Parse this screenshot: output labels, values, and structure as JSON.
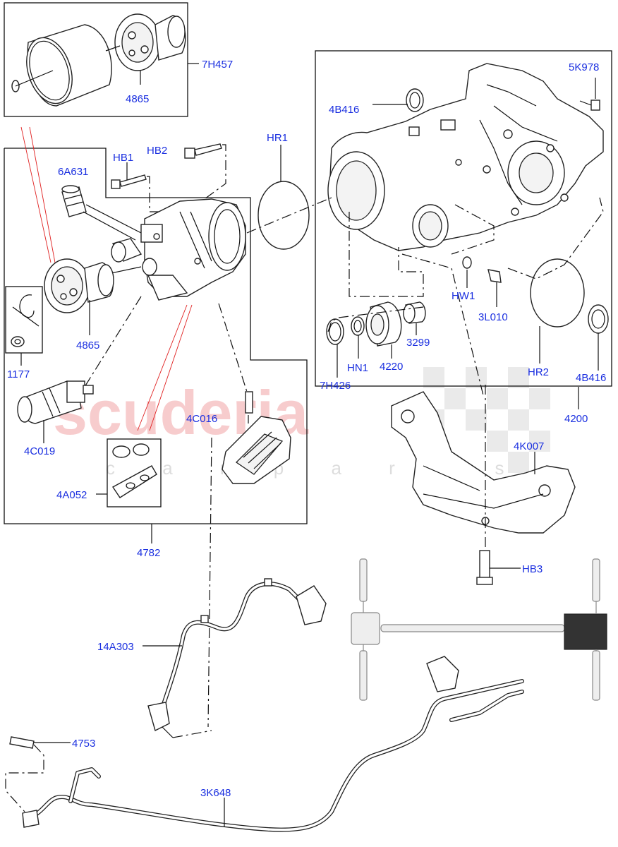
{
  "watermark": {
    "brand": "scuderia",
    "sub": "c a r p a r t s"
  },
  "labels": {
    "l_7H457": "7H457",
    "l_4865_top": "4865",
    "l_4B416_top": "4B416",
    "l_5K978": "5K978",
    "l_HR1": "HR1",
    "l_HB2": "HB2",
    "l_HB1": "HB1",
    "l_6A631": "6A631",
    "l_4865_mid": "4865",
    "l_1177": "1177",
    "l_HW1": "HW1",
    "l_3L010": "3L010",
    "l_3299": "3299",
    "l_4220": "4220",
    "l_HN1": "HN1",
    "l_7H426": "7H426",
    "l_HR2": "HR2",
    "l_4B416_bot": "4B416",
    "l_4200": "4200",
    "l_4C016": "4C016",
    "l_4C019": "4C019",
    "l_4K007": "4K007",
    "l_4A052": "4A052",
    "l_4782": "4782",
    "l_HB3": "HB3",
    "l_14A303": "14A303",
    "l_4753": "4753",
    "l_3K648": "3K648"
  }
}
